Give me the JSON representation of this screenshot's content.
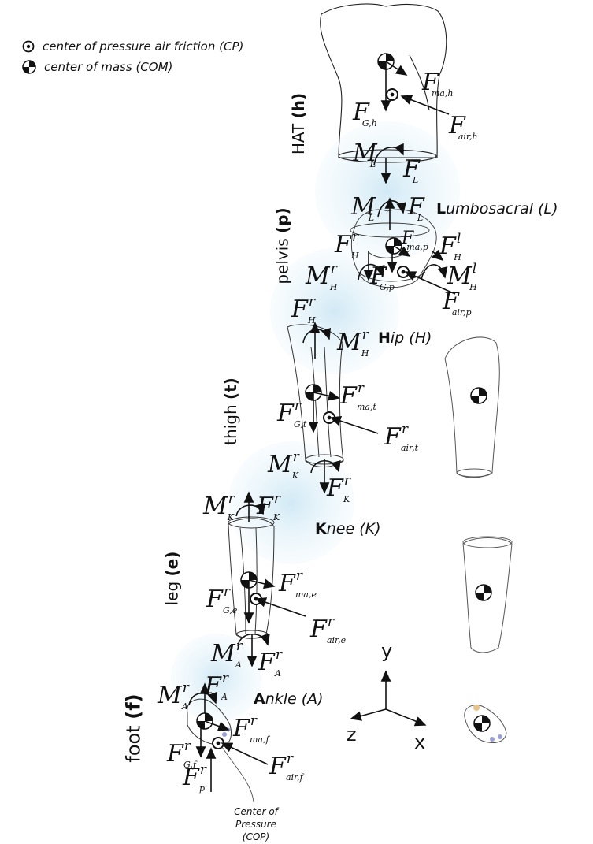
{
  "legend": {
    "cp": "center of pressure air friction (CP)",
    "com": "center of mass (COM)"
  },
  "segments": {
    "hat": {
      "name": "HAT",
      "code": "(h)"
    },
    "pelvis": {
      "name": "pelvis",
      "code": "(p)"
    },
    "thigh": {
      "name": "thigh",
      "code": "(t)"
    },
    "leg": {
      "name": "leg",
      "code": "(e)"
    },
    "foot": {
      "name": "foot",
      "code": "(f)"
    }
  },
  "joints": {
    "lumbosacral": {
      "initial": "L",
      "rest": "umbosacral (L)"
    },
    "hip": {
      "initial": "H",
      "rest": "ip (H)"
    },
    "knee": {
      "initial": "K",
      "rest": "nee (K)"
    },
    "ankle": {
      "initial": "A",
      "rest": "nkle (A)"
    }
  },
  "forces": {
    "F_ma_h": {
      "main": "F",
      "sup": "",
      "sub": "ma,h"
    },
    "F_G_h": {
      "main": "F",
      "sup": "",
      "sub": "G,h"
    },
    "F_air_h": {
      "main": "F",
      "sup": "",
      "sub": "air,h"
    },
    "M_L_top": {
      "main": "M",
      "sup": "",
      "sub": "L"
    },
    "F_L_top": {
      "main": "F",
      "sup": "",
      "sub": "L"
    },
    "M_L": {
      "main": "M",
      "sup": "",
      "sub": "L"
    },
    "F_L": {
      "main": "F",
      "sup": "",
      "sub": "L"
    },
    "F_H_r_pelvis": {
      "main": "F",
      "sup": "r",
      "sub": "H"
    },
    "F_ma_p": {
      "main": "F",
      "sup": "",
      "sub": "ma,p"
    },
    "F_H_l": {
      "main": "F",
      "sup": "l",
      "sub": "H"
    },
    "M_H_r_pelvis": {
      "main": "M",
      "sup": "r",
      "sub": "H"
    },
    "F_G_p": {
      "main": "F",
      "sup": "",
      "sub": "G,p"
    },
    "M_H_l": {
      "main": "M",
      "sup": "l",
      "sub": "H"
    },
    "F_air_p": {
      "main": "F",
      "sup": "",
      "sub": "air,p"
    },
    "F_H_r": {
      "main": "F",
      "sup": "r",
      "sub": "H"
    },
    "M_H_r": {
      "main": "M",
      "sup": "r",
      "sub": "H"
    },
    "F_ma_t": {
      "main": "F",
      "sup": "r",
      "sub": "ma,t"
    },
    "F_G_t": {
      "main": "F",
      "sup": "r",
      "sub": "G,t"
    },
    "F_air_t": {
      "main": "F",
      "sup": "r",
      "sub": "air,t"
    },
    "M_K_r_thigh": {
      "main": "M",
      "sup": "r",
      "sub": "K"
    },
    "F_K_r_thigh": {
      "main": "F",
      "sup": "r",
      "sub": "K"
    },
    "M_K_r": {
      "main": "M",
      "sup": "r",
      "sub": "K"
    },
    "F_K_r": {
      "main": "F",
      "sup": "r",
      "sub": "K"
    },
    "F_ma_e": {
      "main": "F",
      "sup": "r",
      "sub": "ma,e"
    },
    "F_G_e": {
      "main": "F",
      "sup": "r",
      "sub": "G,e"
    },
    "F_air_e": {
      "main": "F",
      "sup": "r",
      "sub": "air,e"
    },
    "M_A_r_leg": {
      "main": "M",
      "sup": "r",
      "sub": "A"
    },
    "F_A_r_leg": {
      "main": "F",
      "sup": "r",
      "sub": "A"
    },
    "M_A_r": {
      "main": "M",
      "sup": "r",
      "sub": "A"
    },
    "F_A_r": {
      "main": "F",
      "sup": "r",
      "sub": "A"
    },
    "F_ma_f": {
      "main": "F",
      "sup": "r",
      "sub": "ma,f"
    },
    "F_G_f": {
      "main": "F",
      "sup": "r",
      "sub": "G,f"
    },
    "F_p_r": {
      "main": "F",
      "sup": "r",
      "sub": "p"
    },
    "F_air_f": {
      "main": "F",
      "sup": "r",
      "sub": "air,f"
    }
  },
  "axes": {
    "x": "x",
    "y": "y",
    "z": "z"
  },
  "cop_note": {
    "line1": "Center of Pressure",
    "line2": "(COP)"
  },
  "colors": {
    "joint_glow": "#cfe8f5",
    "stroke": "#111111",
    "cop_dot": "#e8c48a"
  }
}
